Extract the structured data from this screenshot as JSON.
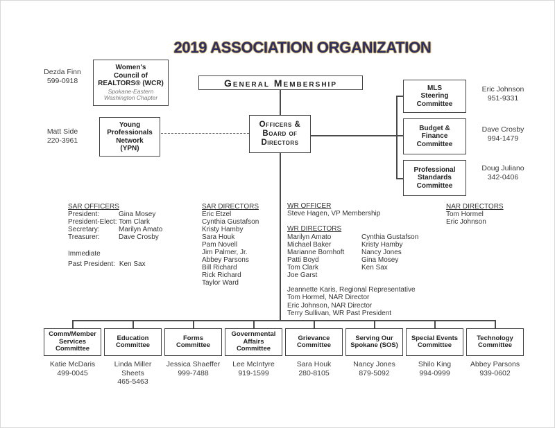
{
  "title": "2019 ASSOCIATION ORGANIZATION",
  "colors": {
    "title_fill": "#2d2f63",
    "title_outline": "#c9a95c",
    "connector_line": "#4a4a4a",
    "box_border": "#404040",
    "body_text": "#333333"
  },
  "affiliates": {
    "wcr": {
      "label": [
        "Women's",
        "Council of",
        "REALTORS® (WCR)"
      ],
      "sublabel": [
        "Spokane-Eastern",
        "Washington Chapter"
      ],
      "contact": [
        "Dezda Finn",
        "599-0918"
      ]
    },
    "ypn": {
      "label": [
        "Young",
        "Professionals",
        "Network",
        "(YPN)"
      ],
      "contact": [
        "Matt Side",
        "220-3961"
      ]
    }
  },
  "general_membership": {
    "label": "General Membership"
  },
  "officers_board": {
    "label": [
      "Officers &",
      "Board of",
      "Directors"
    ]
  },
  "right_committees": [
    {
      "label": [
        "MLS",
        "Steering",
        "Committee"
      ],
      "contact": [
        "Eric Johnson",
        "951-9331"
      ]
    },
    {
      "label": [
        "Budget &",
        "Finance",
        "Committee"
      ],
      "contact": [
        "Dave Crosby",
        "994-1479"
      ]
    },
    {
      "label": [
        "Professional",
        "Standards",
        "Committee"
      ],
      "contact": [
        "Doug Juliano",
        "342-0406"
      ]
    }
  ],
  "sar_officers": {
    "heading": "SAR OFFICERS",
    "rows": [
      {
        "role": "President:",
        "name": "Gina Mosey"
      },
      {
        "role": "President-Elect:",
        "name": "Tom Clark"
      },
      {
        "role": "Secretary:",
        "name": "Marilyn Amato"
      },
      {
        "role": "Treasurer:",
        "name": "Dave Crosby"
      }
    ],
    "past_president": {
      "role_line1": "Immediate",
      "role_line2": "Past President:",
      "name": "Ken Sax"
    }
  },
  "sar_directors": {
    "heading": "SAR DIRECTORS",
    "names": [
      "Eric Etzel",
      "Cynthia Gustafson",
      "Kristy Hamby",
      "Sara Houk",
      "Pam Novell",
      "Jim Palmer, Jr.",
      "Abbey Parsons",
      "Bill Richard",
      "Rick Richard",
      "Taylor Ward"
    ]
  },
  "wr_officer": {
    "heading": "WR OFFICER",
    "name": "Steve Hagen, VP Membership"
  },
  "wr_directors": {
    "heading": "WR DIRECTORS",
    "col1": [
      "Marilyn Amato",
      "Michael Baker",
      "Marianne Bornhoft",
      "Patti Boyd",
      "Tom Clark",
      "Joe Garst"
    ],
    "col2": [
      "Cynthia Gustafson",
      "Kristy Hamby",
      "Nancy Jones",
      "Gina Mosey",
      "Ken Sax"
    ]
  },
  "representatives": [
    "Jeannette Karis, Regional Representative",
    "Tom Hormel, NAR Director",
    "Eric Johnson, NAR Director",
    "Terry Sullivan, WR Past President"
  ],
  "nar_directors": {
    "heading": "NAR DIRECTORS",
    "names": [
      "Tom Hormel",
      "Eric Johnson"
    ]
  },
  "committees": [
    {
      "label": [
        "Comm/Member",
        "Services",
        "Committee"
      ],
      "contact": [
        "Katie McDaris",
        "499-0045"
      ]
    },
    {
      "label": [
        "Education",
        "Committee"
      ],
      "contact": [
        "Linda Miller",
        "Sheets",
        "465-5463"
      ]
    },
    {
      "label": [
        "Forms",
        "Committee"
      ],
      "contact": [
        "Jessica Shaeffer",
        "999-7488"
      ]
    },
    {
      "label": [
        "Governmental",
        "Affairs",
        "Committee"
      ],
      "contact": [
        "Lee McIntyre",
        "919-1599"
      ]
    },
    {
      "label": [
        "Grievance",
        "Committee"
      ],
      "contact": [
        "Sara Houk",
        "280-8105"
      ]
    },
    {
      "label": [
        "Serving Our",
        "Spokane (SOS)"
      ],
      "contact": [
        "Nancy Jones",
        "879-5092"
      ]
    },
    {
      "label": [
        "Special Events",
        "Committee"
      ],
      "contact": [
        "Shilo King",
        "994-0999"
      ]
    },
    {
      "label": [
        "Technology",
        "Committee"
      ],
      "contact": [
        "Abbey Parsons",
        "939-0602"
      ]
    }
  ]
}
